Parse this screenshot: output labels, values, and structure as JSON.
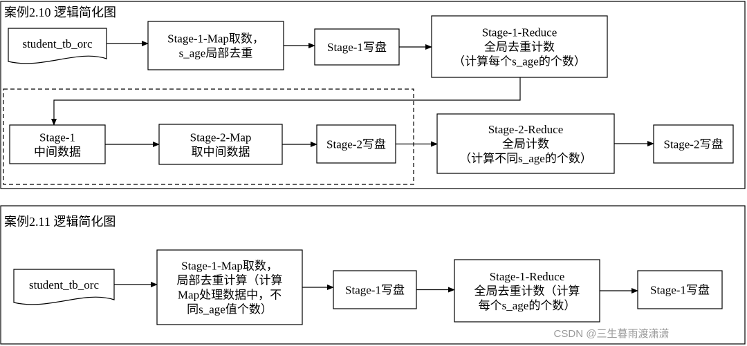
{
  "panels": [
    {
      "title": "案例2.10  逻辑简化图",
      "nodes": [
        {
          "id": "p1-source",
          "shape": "document",
          "lines": [
            "student_tb_orc"
          ]
        },
        {
          "id": "p1-stage1-map",
          "shape": "rect",
          "lines": [
            "Stage-1-Map取数，",
            "s_age局部去重"
          ]
        },
        {
          "id": "p1-stage1-write",
          "shape": "rect",
          "lines": [
            "Stage-1写盘"
          ]
        },
        {
          "id": "p1-stage1-reduce",
          "shape": "rect",
          "lines": [
            "Stage-1-Reduce",
            "全局去重计数",
            "（计算每个s_age的个数）"
          ]
        },
        {
          "id": "p1-stage1-intermediate",
          "shape": "rect",
          "lines": [
            "Stage-1",
            "中间数据"
          ]
        },
        {
          "id": "p1-stage2-map",
          "shape": "rect",
          "lines": [
            "Stage-2-Map",
            "取中间数据"
          ]
        },
        {
          "id": "p1-stage2-write",
          "shape": "rect",
          "lines": [
            "Stage-2写盘"
          ]
        },
        {
          "id": "p1-stage2-reduce",
          "shape": "rect",
          "lines": [
            "Stage-2-Reduce",
            "全局计数",
            "（计算不同s_age的个数）"
          ]
        },
        {
          "id": "p1-stage2-write-final",
          "shape": "rect",
          "lines": [
            "Stage-2写盘"
          ]
        }
      ],
      "edges": [
        {
          "from": "p1-source",
          "to": "p1-stage1-map"
        },
        {
          "from": "p1-stage1-map",
          "to": "p1-stage1-write"
        },
        {
          "from": "p1-stage1-write",
          "to": "p1-stage1-reduce"
        },
        {
          "from": "p1-stage1-reduce",
          "to": "p1-stage1-intermediate"
        },
        {
          "from": "p1-stage1-intermediate",
          "to": "p1-stage2-map"
        },
        {
          "from": "p1-stage2-map",
          "to": "p1-stage2-write"
        },
        {
          "from": "p1-stage2-write",
          "to": "p1-stage2-reduce"
        },
        {
          "from": "p1-stage2-reduce",
          "to": "p1-stage2-write-final"
        }
      ]
    },
    {
      "title": "案例2.11  逻辑简化图",
      "nodes": [
        {
          "id": "p2-source",
          "shape": "document",
          "lines": [
            "student_tb_orc"
          ]
        },
        {
          "id": "p2-stage1-map",
          "shape": "rect",
          "lines": [
            "Stage-1-Map取数，",
            "局部去重计算（计算",
            "Map处理数据中，不",
            "同s_age值个数）"
          ]
        },
        {
          "id": "p2-stage1-write",
          "shape": "rect",
          "lines": [
            "Stage-1写盘"
          ]
        },
        {
          "id": "p2-stage1-reduce",
          "shape": "rect",
          "lines": [
            "Stage-1-Reduce",
            "全局去重计数（计算",
            "每个s_age的个数）"
          ]
        },
        {
          "id": "p2-stage1-write-final",
          "shape": "rect",
          "lines": [
            "Stage-1写盘"
          ]
        }
      ],
      "edges": [
        {
          "from": "p2-source",
          "to": "p2-stage1-map"
        },
        {
          "from": "p2-stage1-map",
          "to": "p2-stage1-write"
        },
        {
          "from": "p2-stage1-write",
          "to": "p2-stage1-reduce"
        },
        {
          "from": "p2-stage1-reduce",
          "to": "p2-stage1-write-final"
        }
      ]
    }
  ],
  "watermark": "CSDN @三生暮雨渡潇潇"
}
